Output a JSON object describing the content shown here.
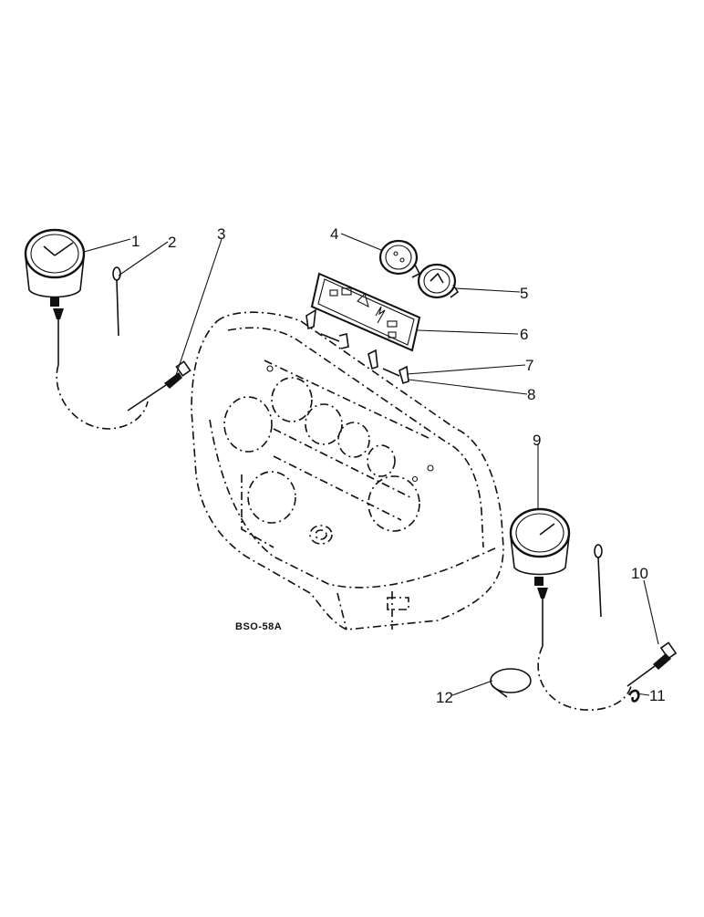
{
  "drawing_code": "BSO-58A",
  "callouts": [
    "1",
    "2",
    "3",
    "4",
    "5",
    "6",
    "7",
    "8",
    "9",
    "10",
    "11",
    "12"
  ]
}
